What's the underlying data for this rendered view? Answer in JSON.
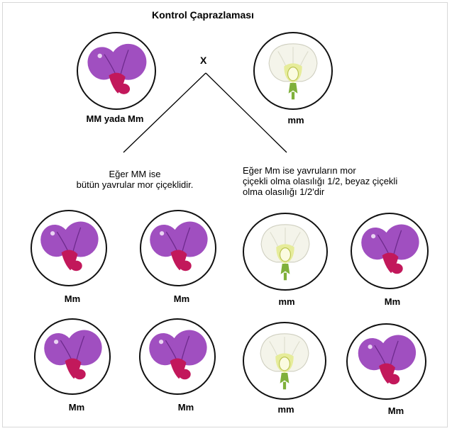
{
  "title": "Kontrol Çaprazlaması",
  "cross_symbol": "X",
  "parents": [
    {
      "genotype": "MM yada Mm",
      "flower_color": "purple"
    },
    {
      "genotype": "mm",
      "flower_color": "white"
    }
  ],
  "note_left": [
    "Eğer MM ise",
    "bütün yavrular mor çiçeklidir."
  ],
  "note_right": [
    "Eğer Mm ise yavruların mor",
    "çiçekli olma olasılığı 1/2, beyaz çiçekli",
    "olma olasılığı 1/2'dir"
  ],
  "offspring_left": [
    {
      "genotype": "Mm",
      "flower_color": "purple"
    },
    {
      "genotype": "Mm",
      "flower_color": "purple"
    },
    {
      "genotype": "Mm",
      "flower_color": "purple"
    },
    {
      "genotype": "Mm",
      "flower_color": "purple"
    }
  ],
  "offspring_right": [
    {
      "genotype": "mm",
      "flower_color": "white"
    },
    {
      "genotype": "Mm",
      "flower_color": "purple"
    },
    {
      "genotype": "mm",
      "flower_color": "white"
    },
    {
      "genotype": "Mm",
      "flower_color": "purple"
    }
  ],
  "colors": {
    "purple": "#a04fc0",
    "purple_dark": "#6d2a8c",
    "keel": "#c2185b",
    "white": "#f4f4ea",
    "white_center": "#e6ec9a",
    "stem": "#7fb03a"
  }
}
